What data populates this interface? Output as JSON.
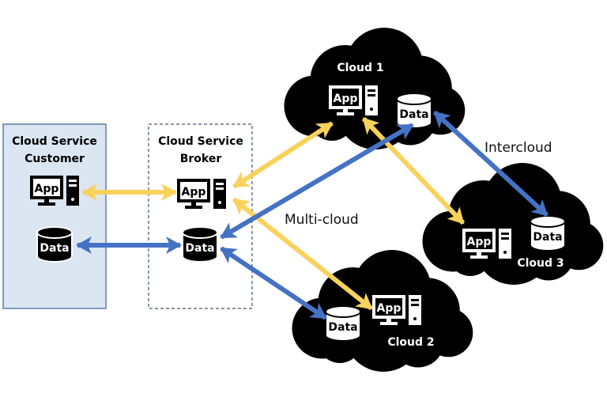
{
  "customer": {
    "title_line1": "Cloud Service",
    "title_line2": "Customer",
    "app_label": "App",
    "data_label": "Data"
  },
  "broker": {
    "title_line1": "Cloud Service",
    "title_line2": "Broker",
    "app_label": "App",
    "data_label": "Data"
  },
  "cloud1": {
    "name": "Cloud 1",
    "app_label": "App",
    "data_label": "Data"
  },
  "cloud2": {
    "name": "Cloud 2",
    "app_label": "App",
    "data_label": "Data"
  },
  "cloud3": {
    "name": "Cloud 3",
    "app_label": "App",
    "data_label": "Data"
  },
  "labels": {
    "intercloud": "Intercloud",
    "multicloud": "Multi-cloud"
  },
  "colors": {
    "app_link": "#f9d25c",
    "data_link": "#4472c4",
    "customer_fill": "#dce6f2",
    "customer_border": "#5a7fa8",
    "broker_border": "#44546a",
    "cloud": "#000000"
  }
}
